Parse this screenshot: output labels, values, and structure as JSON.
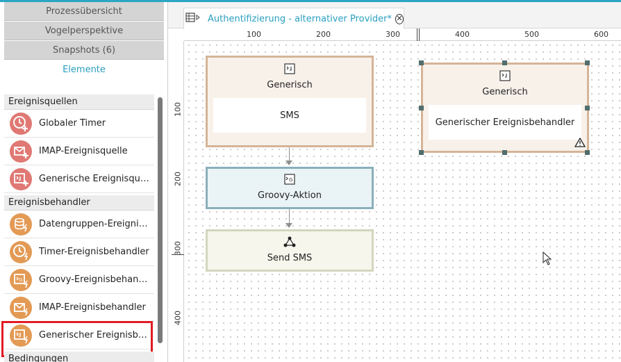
{
  "left_panel": {
    "accordion": [
      {
        "label": "Prozessübersicht"
      },
      {
        "label": "Vogelperspektive"
      },
      {
        "label": "Snapshots (6)"
      },
      {
        "label": "Elemente"
      }
    ],
    "sections": [
      {
        "title": "Ereignisquellen",
        "items": [
          {
            "label": "Globaler Timer",
            "icon": "timer-add-icon"
          },
          {
            "label": "IMAP-Ereignisquelle",
            "icon": "mail-add-icon"
          },
          {
            "label": "Generische Ereignisquelle",
            "icon": "code-add-icon"
          }
        ]
      },
      {
        "title": "Ereignisbehandler",
        "items": [
          {
            "label": "Datengruppen-Ereignisb...",
            "icon": "database-flash-icon"
          },
          {
            "label": "Timer-Ereignisbehandler",
            "icon": "timer-flash-icon"
          },
          {
            "label": "Groovy-Ereignisbehandler",
            "icon": "groovy-flash-icon"
          },
          {
            "label": "IMAP-Ereignisbehandler",
            "icon": "mail-flash-icon"
          },
          {
            "label": "Generischer Ereignisbeh...",
            "icon": "code-flash-icon"
          }
        ]
      },
      {
        "title": "Bedingungen",
        "items": []
      }
    ],
    "colors": {
      "source_icon": "#e07873",
      "handler_icon": "#e39a55",
      "highlight": "#e01b24",
      "accent": "#2a9fc0"
    }
  },
  "editor": {
    "tab": {
      "label": "Authentifizierung - alternativer Provider*"
    },
    "ruler_h": [
      "100",
      "200",
      "300",
      "400",
      "500",
      "600"
    ],
    "ruler_v": [
      "100",
      "200",
      "300",
      "400"
    ]
  },
  "nodes": {
    "generic_source": {
      "title": "Generisch",
      "content": "SMS"
    },
    "groovy_action": {
      "title": "Groovy-Aktion"
    },
    "send_sms": {
      "title": "Send SMS"
    },
    "generic_handler": {
      "title": "Generisch",
      "content": "Generischer Ereignisbehandler"
    }
  }
}
